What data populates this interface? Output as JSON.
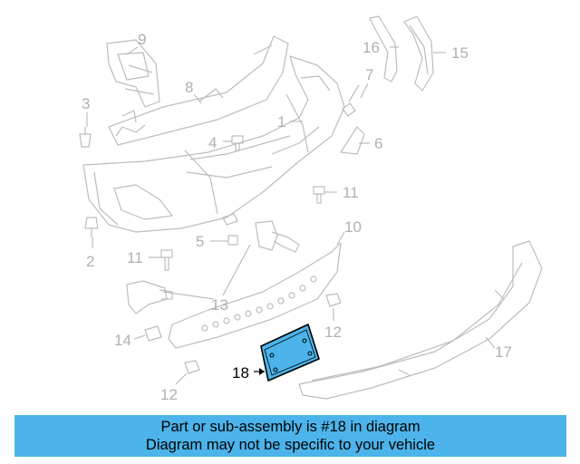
{
  "callouts": {
    "c1": "1",
    "c2": "2",
    "c3": "3",
    "c4": "4",
    "c5": "5",
    "c6": "6",
    "c7": "7",
    "c8": "8",
    "c9": "9",
    "c10": "10",
    "c11a": "11",
    "c11b": "11",
    "c12a": "12",
    "c12b": "12",
    "c13": "13",
    "c14": "14",
    "c15": "15",
    "c16": "16",
    "c17": "17",
    "c18": "18"
  },
  "highlight": {
    "part": "18",
    "color": "#4cb4ea"
  },
  "banner": {
    "line1": "Part or sub-assembly is #18 in diagram",
    "line2": "Diagram may not be specific to your vehicle",
    "background": "#4cb4ea"
  }
}
